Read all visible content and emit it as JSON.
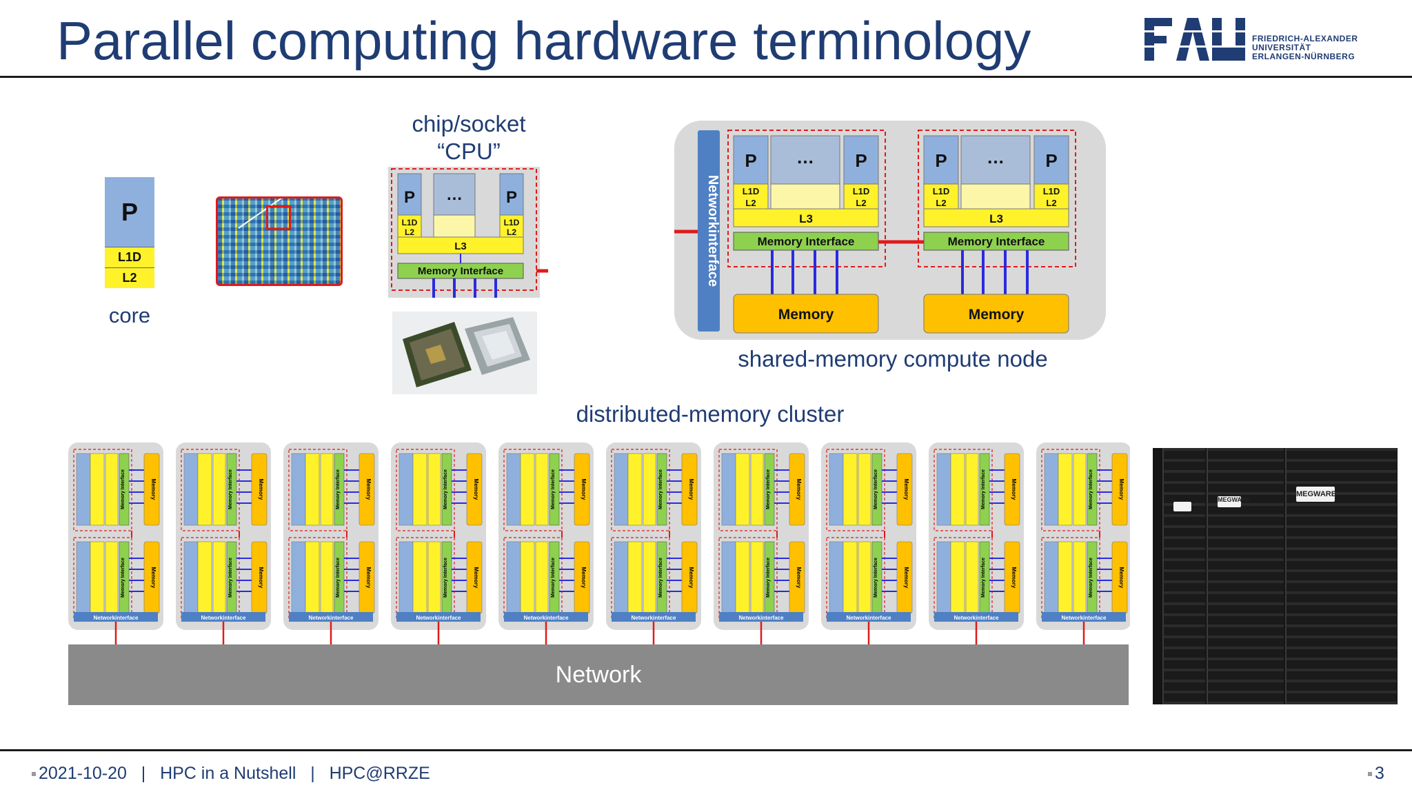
{
  "header": {
    "title": "Parallel computing hardware terminology"
  },
  "logo": {
    "mark": "FAU",
    "lines": [
      "FRIEDRICH-ALEXANDER",
      "UNIVERSITÄT",
      "ERLANGEN-NÜRNBERG"
    ]
  },
  "core": {
    "p": "P",
    "l1d": "L1D",
    "l2": "L2",
    "caption": "core"
  },
  "chip": {
    "caption_line1": "chip/socket",
    "caption_line2": "“CPU”",
    "p_left": "P",
    "dots": "…",
    "p_right": "P",
    "l1d": "L1D",
    "l2": "L2",
    "l3": "L3",
    "mem_if": "Memory Interface"
  },
  "node": {
    "caption": "shared-memory compute node",
    "network_interface": "Networkinterface",
    "socket": {
      "p_left": "P",
      "dots": "…",
      "p_right": "P",
      "l1d": "L1D",
      "l2": "L2",
      "l3": "L3",
      "mem_if": "Memory Interface",
      "memory": "Memory"
    }
  },
  "cluster": {
    "caption": "distributed-memory cluster",
    "network": "Network",
    "node_network_interface": "Networkinterface",
    "node_memory_interface": "Memory Interface",
    "node_memory": "Memory",
    "node_count": 10
  },
  "rack": {
    "brand": "MEGWARE"
  },
  "footer": {
    "date": "2021-10-20",
    "sep": "|",
    "course": "HPC in a Nutshell",
    "org": "HPC@RRZE",
    "page": "3"
  },
  "colors": {
    "title": "#1f3c73",
    "cpu_blue": "#8fb0dd",
    "cache_yellow": "#fff22a",
    "mem_if_green": "#8ed14f",
    "memory_orange": "#ffc000",
    "node_grey": "#d9d9d9",
    "link_red": "#e01a1a",
    "bus_blue": "#2a2ae0",
    "net_bar": "#8a8a8a"
  }
}
